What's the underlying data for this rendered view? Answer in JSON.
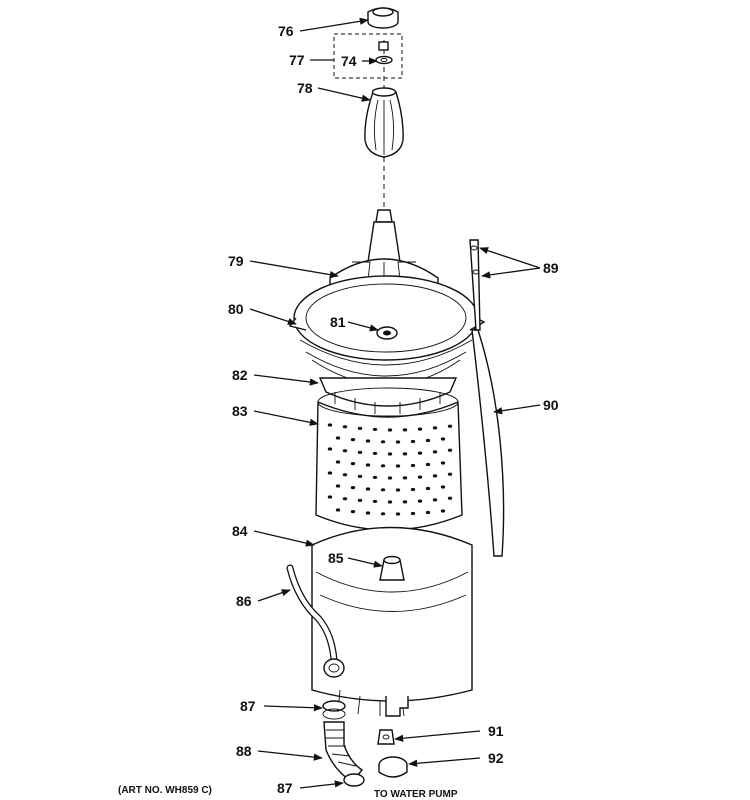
{
  "diagram": {
    "callouts": {
      "c76": "76",
      "c77": "77",
      "c74": "74",
      "c78": "78",
      "c79": "79",
      "c80": "80",
      "c81": "81",
      "c82": "82",
      "c83": "83",
      "c84": "84",
      "c85": "85",
      "c86": "86",
      "c87a": "87",
      "c88": "88",
      "c87b": "87",
      "c89": "89",
      "c90": "90",
      "c91": "91",
      "c92": "92"
    },
    "art_no": "(ART NO. WH859 C)",
    "to_water_pump": "TO WATER PUMP"
  }
}
